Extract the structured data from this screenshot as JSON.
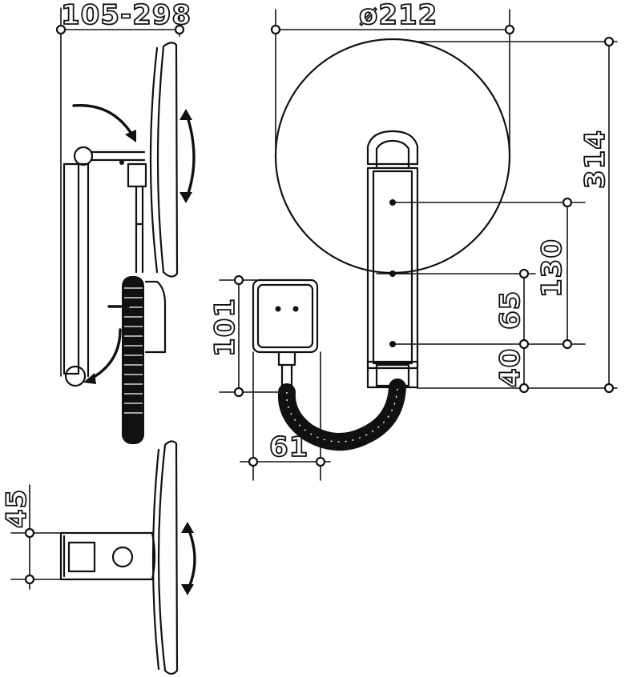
{
  "dimensions": {
    "projection_range": "105-298",
    "mirror_diameter": "ø212",
    "total_height": "314",
    "spacing_130": "130",
    "spacing_65": "65",
    "spacing_40": "40",
    "wall_plate_height": "101",
    "wall_plate_width": "61",
    "arm_height": "45"
  }
}
